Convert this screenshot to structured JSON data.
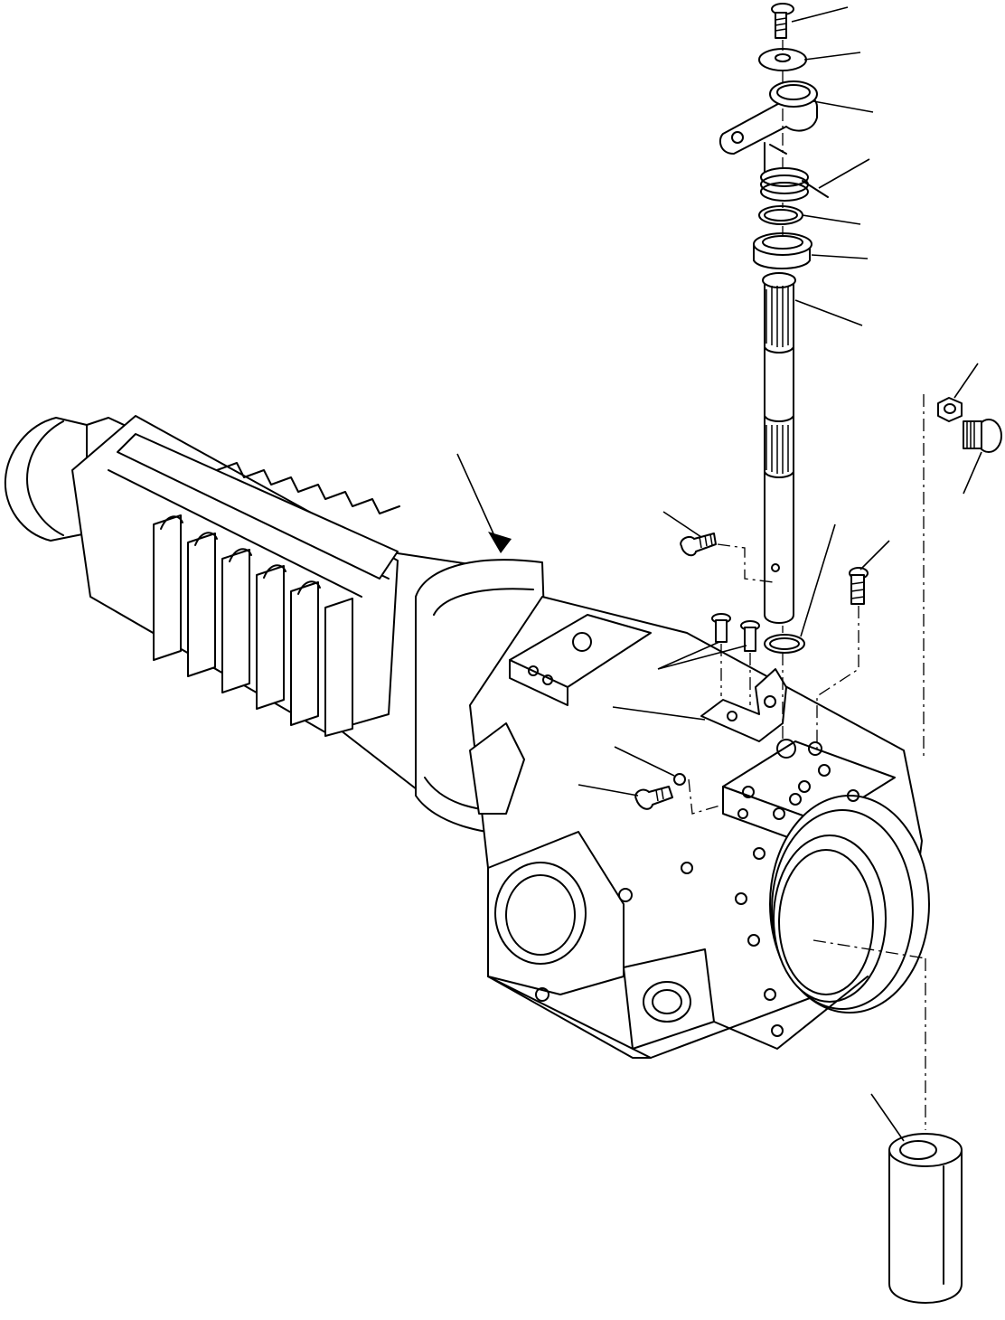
{
  "diagram": {
    "type": "exploded-parts-view",
    "line_color": "#000000",
    "background": "#ffffff",
    "parts": [
      {
        "name": "axle-housing"
      },
      {
        "name": "shaft-top-bolt"
      },
      {
        "name": "washer"
      },
      {
        "name": "lever-arm"
      },
      {
        "name": "torsion-spring"
      },
      {
        "name": "o-ring"
      },
      {
        "name": "bushing"
      },
      {
        "name": "splined-shaft"
      },
      {
        "name": "snap-ring"
      },
      {
        "name": "shaft-lock-bolt"
      },
      {
        "name": "bracket"
      },
      {
        "name": "bracket-bolt"
      },
      {
        "name": "set-bolt"
      },
      {
        "name": "ball"
      },
      {
        "name": "breather-plug"
      },
      {
        "name": "nut"
      },
      {
        "name": "plug"
      },
      {
        "name": "sleeve"
      }
    ],
    "callout_count": 17
  }
}
